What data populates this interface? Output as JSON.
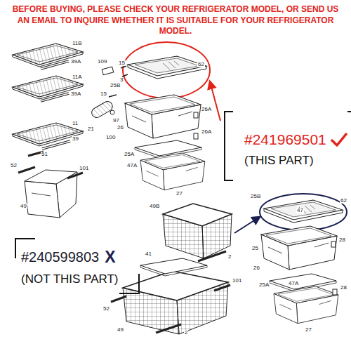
{
  "diagram": {
    "title": "BEFORE BUYING, PLEASE CHECK YOUR REFRIGERATOR MODEL, OR SEND US AN EMAIL TO INQUIRE WHETHER IT IS SUITABLE FOR YOUR REFRIGERATOR MODEL.",
    "nodes": [
      {
        "text": [
          "#241969501",
          "(THIS PART)"
        ]
      },
      {
        "text": [
          "#240599803",
          "X",
          "(NOT THIS PART)"
        ]
      }
    ],
    "labels": [
      "11B",
      "39A",
      "11A",
      "39A",
      "11",
      "39",
      "51",
      "52",
      "101",
      "49",
      "109",
      "15",
      "3",
      "25B",
      "62",
      "15",
      "97",
      "21",
      "100",
      "26",
      "26A",
      "26A",
      "25A",
      "47A",
      "27",
      "49B",
      "2",
      "41",
      "52",
      "101",
      "49",
      "2",
      "25B",
      "62",
      "47",
      "28",
      "25",
      "26",
      "28",
      "25A",
      "47A",
      "27"
    ]
  }
}
